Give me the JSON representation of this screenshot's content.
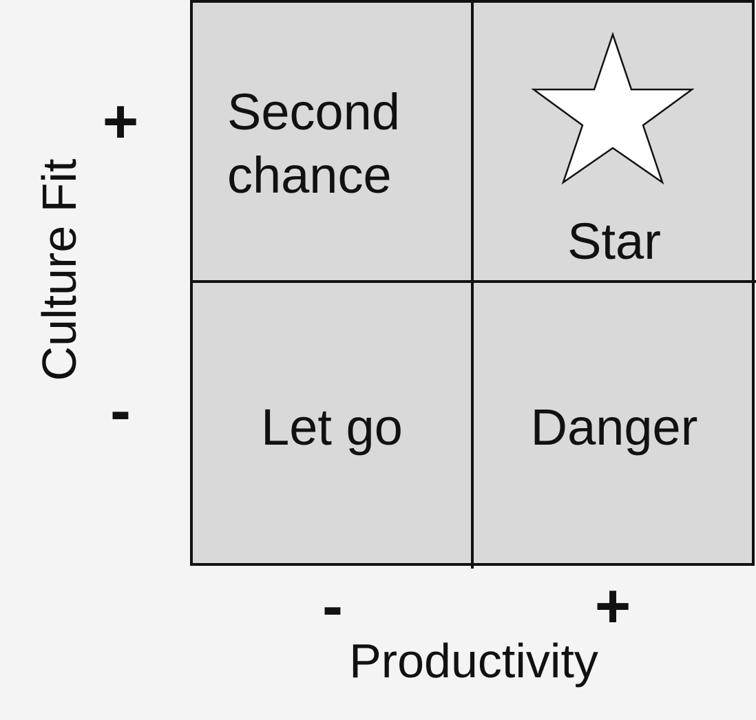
{
  "quadrants": {
    "top_left": "Second\nchance",
    "top_right": "Star",
    "bottom_left": "Let go",
    "bottom_right": "Danger"
  },
  "axes": {
    "x_label": "Productivity",
    "y_label": "Culture Fit",
    "x_low": "-",
    "x_high": "+",
    "y_low": "-",
    "y_high": "+"
  },
  "icons": {
    "star": "star-icon"
  },
  "colors": {
    "background": "#f4f4f4",
    "quadrant_fill": "#d9d9d9",
    "lines": "#111111",
    "star_fill": "#ffffff"
  }
}
